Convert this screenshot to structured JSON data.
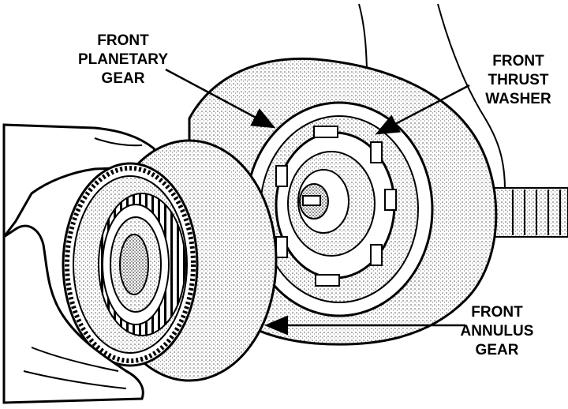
{
  "labels": {
    "front_planetary_gear": [
      "FRONT",
      "PLANETARY",
      "GEAR"
    ],
    "front_thrust_washer": [
      "FRONT",
      "THRUST",
      "WASHER"
    ],
    "front_annulus_gear": [
      "FRONT",
      "ANNULUS",
      "GEAR"
    ]
  },
  "colors": {
    "ink": "#000000",
    "paper": "#ffffff",
    "stipple": "#555555"
  }
}
